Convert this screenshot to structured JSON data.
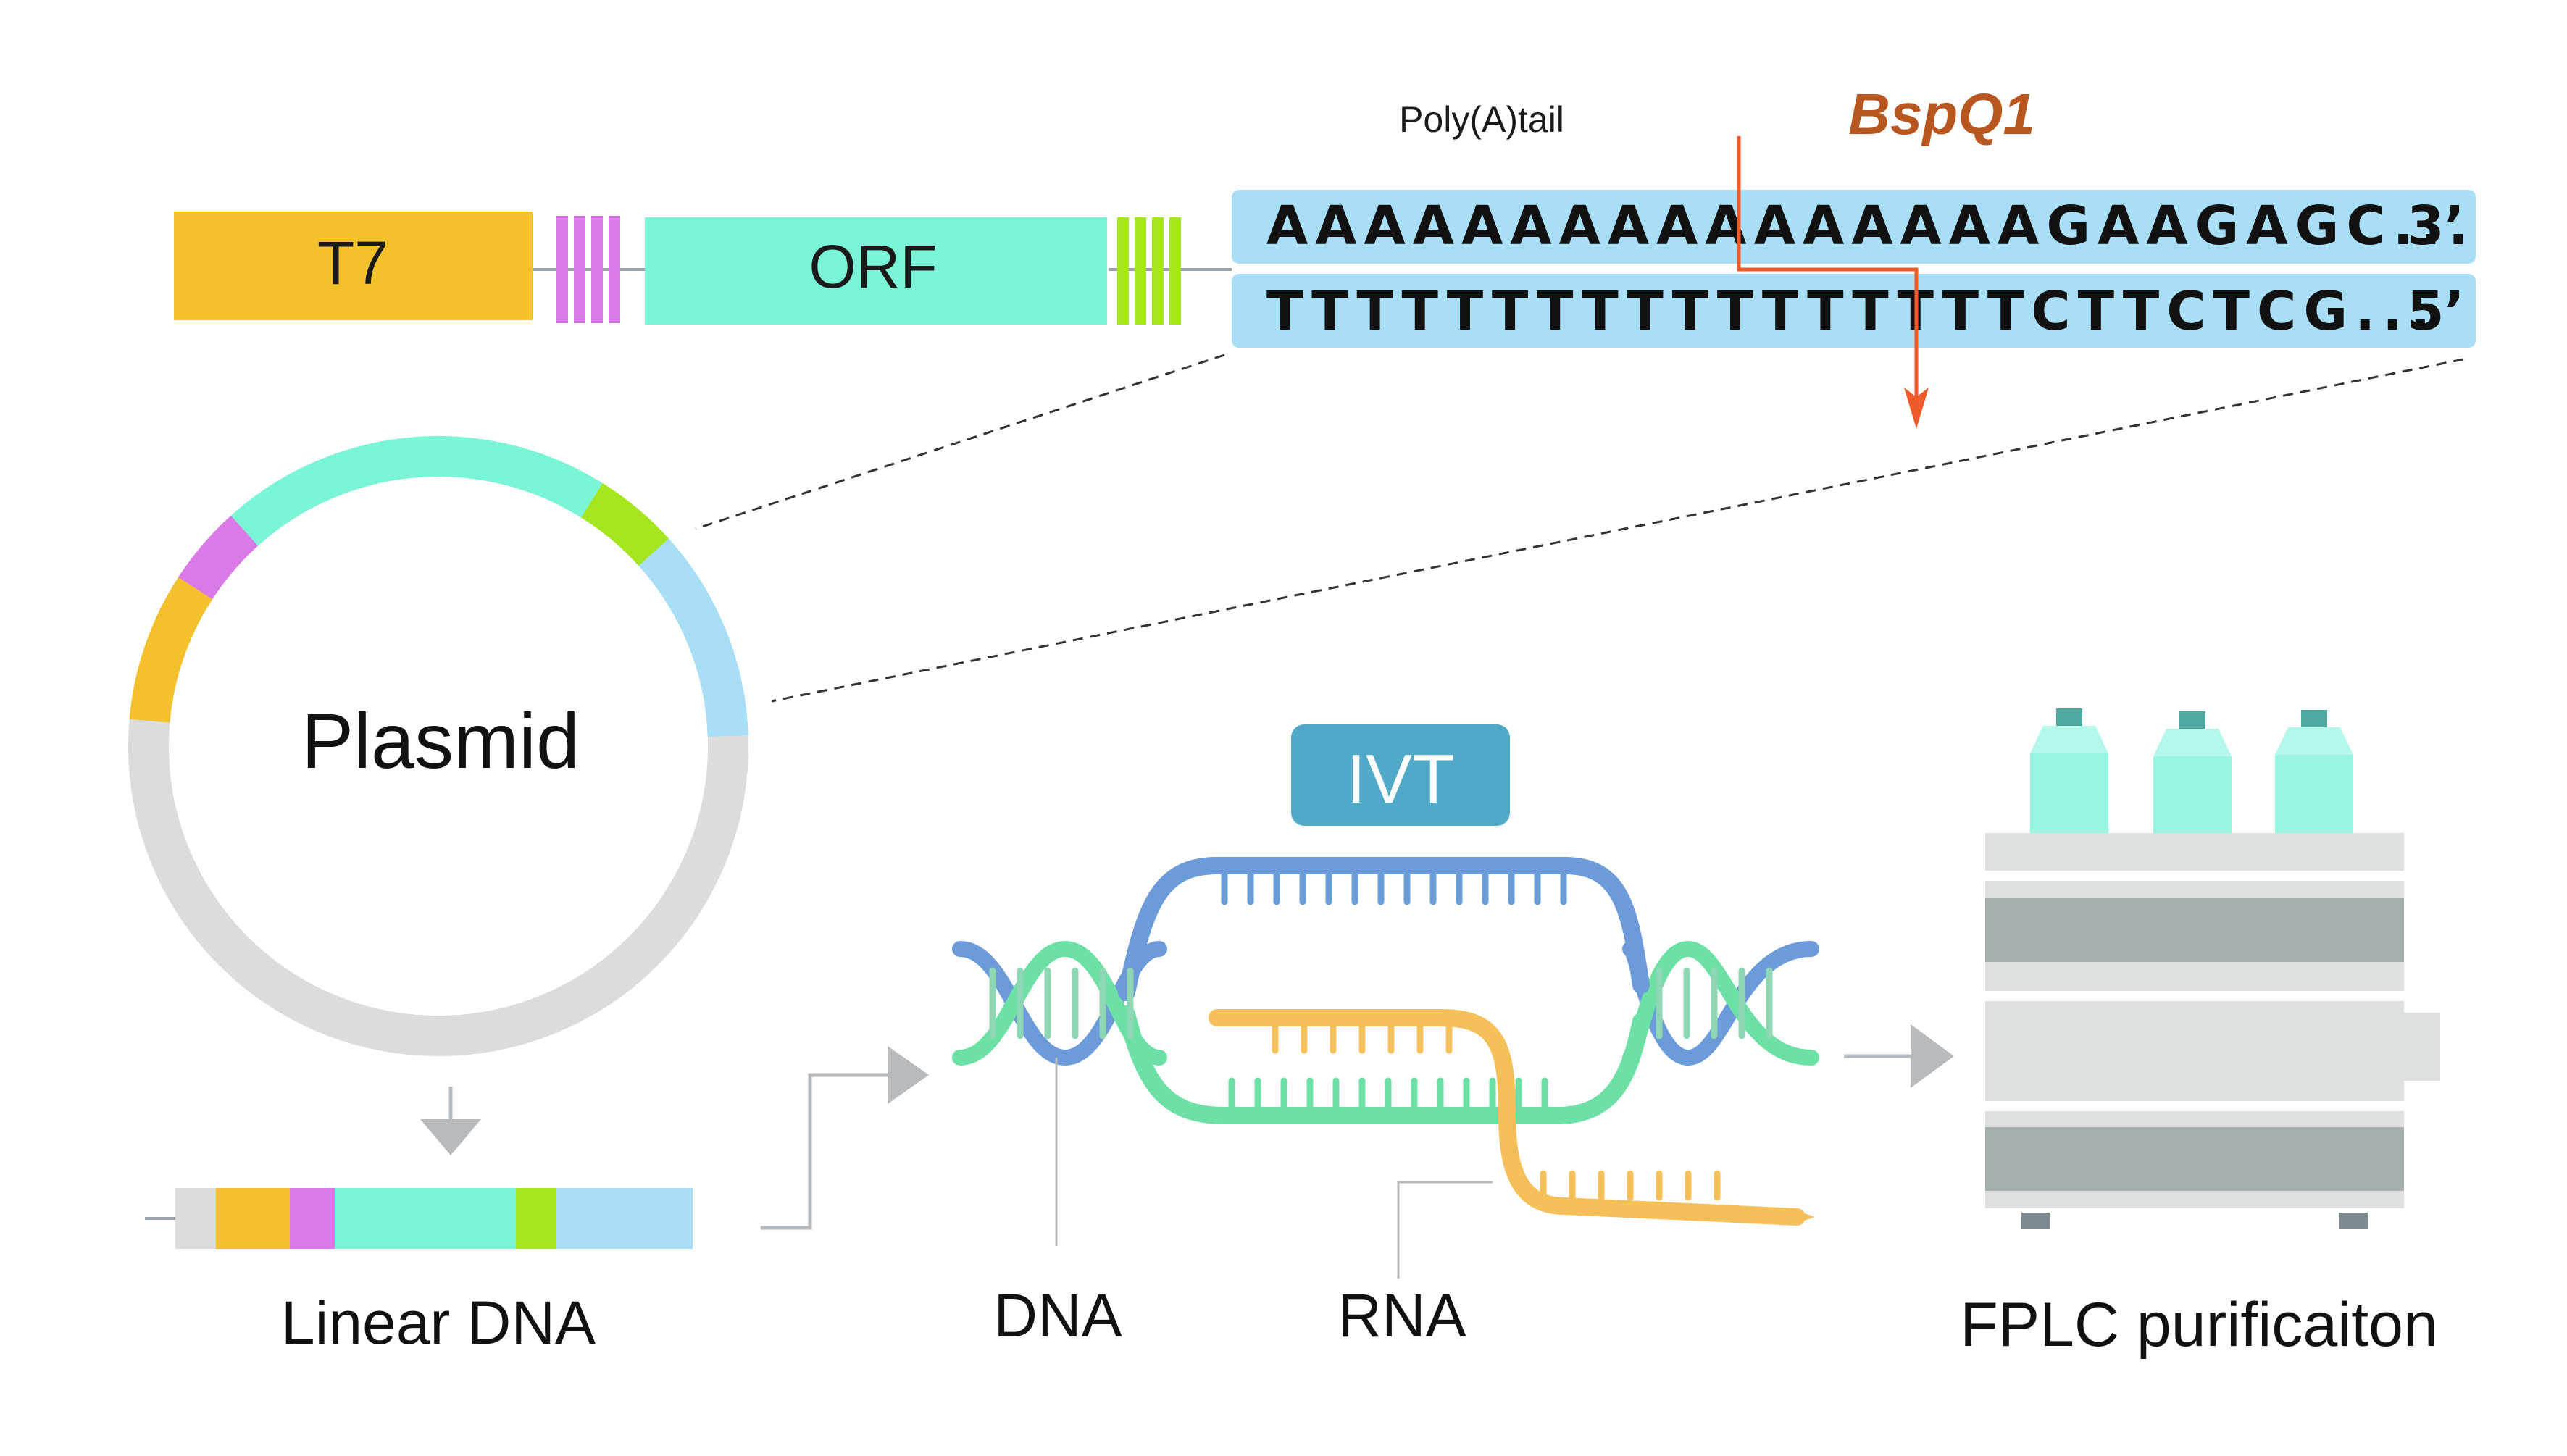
{
  "colors": {
    "t7": "#f2c12c",
    "pink": "#d97ae6",
    "orf": "#7af5d6",
    "lime": "#a6e61f",
    "lightblue": "#a8dff7",
    "gray": "#dcdcdc",
    "red": "#f05a28",
    "bspq_text": "#b8561f",
    "dna_blue": "#6b9bd8",
    "dna_green": "#6de0a6",
    "rna_yellow": "#f5c05a",
    "ivt": "#4fa9c7",
    "fplc_body": "#dde1e2",
    "fplc_band": "#a7b0b1",
    "bottle": "#9af5e0",
    "bottle_cap": "#4fa9a0",
    "arrow_gray": "#b5bbbf"
  },
  "construct": {
    "t7_label": "T7",
    "orf_label": "ORF"
  },
  "sequence": {
    "polya_label": "Poly(A)tail",
    "enzyme_label": "BspQ1",
    "top_strand": "AAAAAAAAAAAAAAAAGAAGAGC...",
    "top_end": "3’",
    "bottom_strand": "TTTTTTTTTTTTTTTTTCTTCTCG...",
    "bottom_end": "5’"
  },
  "plasmid": {
    "label": "Plasmid"
  },
  "linear": {
    "label": "Linear DNA"
  },
  "ivt": {
    "badge": "IVT",
    "dna_label": "DNA",
    "rna_label": "RNA"
  },
  "fplc": {
    "label": "FPLC purificaiton"
  }
}
